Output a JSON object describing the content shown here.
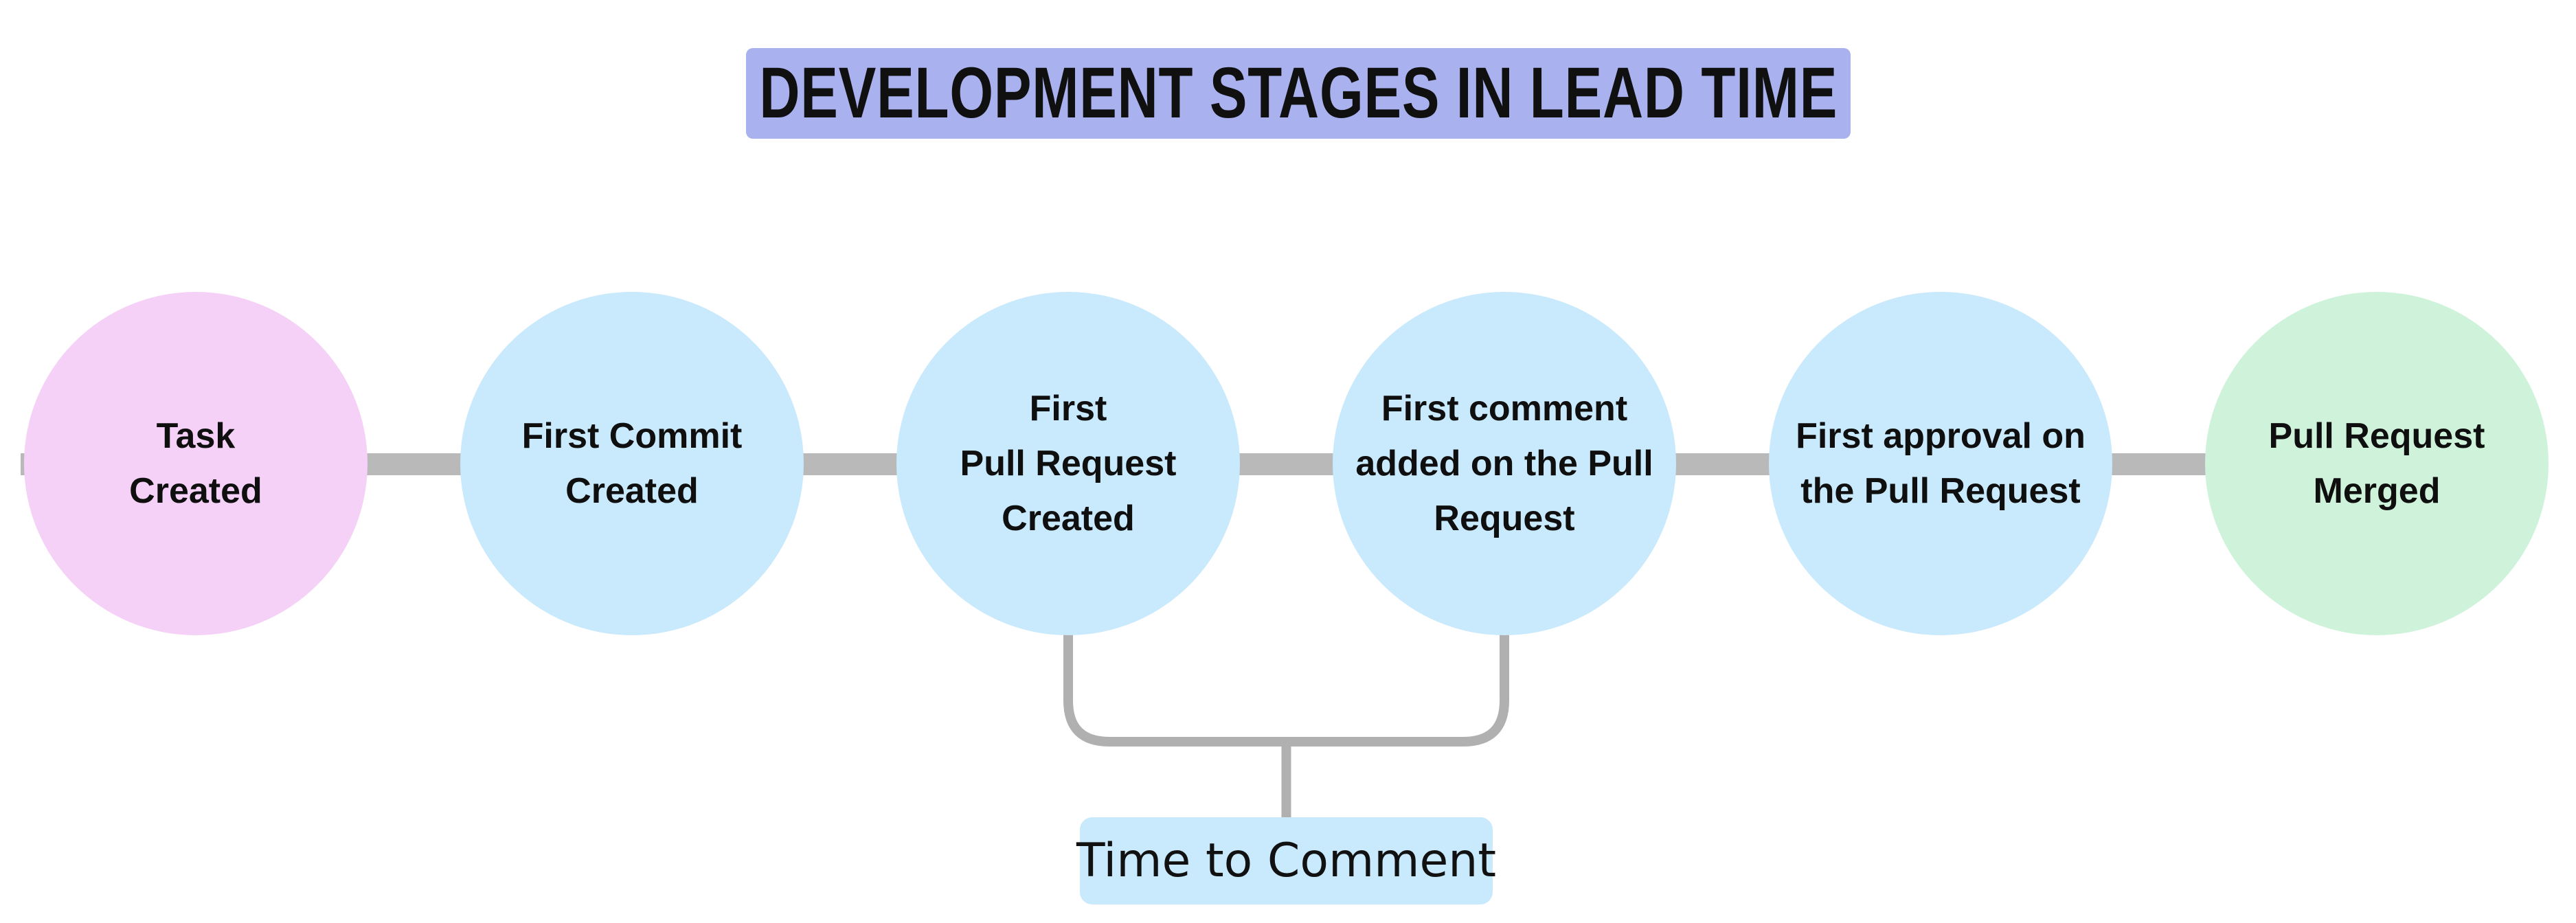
{
  "title": {
    "text": "DEVELOPMENT STAGES IN LEAD TIME",
    "bg": "#a9b2ef"
  },
  "stages": [
    {
      "name": "task-created",
      "lines": [
        "Task",
        "Created"
      ],
      "color": "#f5d1f8"
    },
    {
      "name": "first-commit-created",
      "lines": [
        "First Commit",
        "Created"
      ],
      "color": "#c9e9fc"
    },
    {
      "name": "first-pull-request-created",
      "lines": [
        "First",
        "Pull Request",
        "Created"
      ],
      "color": "#c9e9fc"
    },
    {
      "name": "first-comment-added",
      "lines": [
        "First comment",
        "added on the Pull",
        "Request"
      ],
      "color": "#c9e9fc"
    },
    {
      "name": "first-approval",
      "lines": [
        "First approval on",
        "the Pull Request"
      ],
      "color": "#c9e9fc"
    },
    {
      "name": "pull-request-merged",
      "lines": [
        "Pull Request",
        "Merged"
      ],
      "color": "#cef3da"
    }
  ],
  "connector": {
    "color": "#b9b9b9"
  },
  "bracket": {
    "color": "#b0b0b0"
  },
  "annotation": {
    "label": "Time to Comment",
    "bg": "#c9e9fc"
  }
}
